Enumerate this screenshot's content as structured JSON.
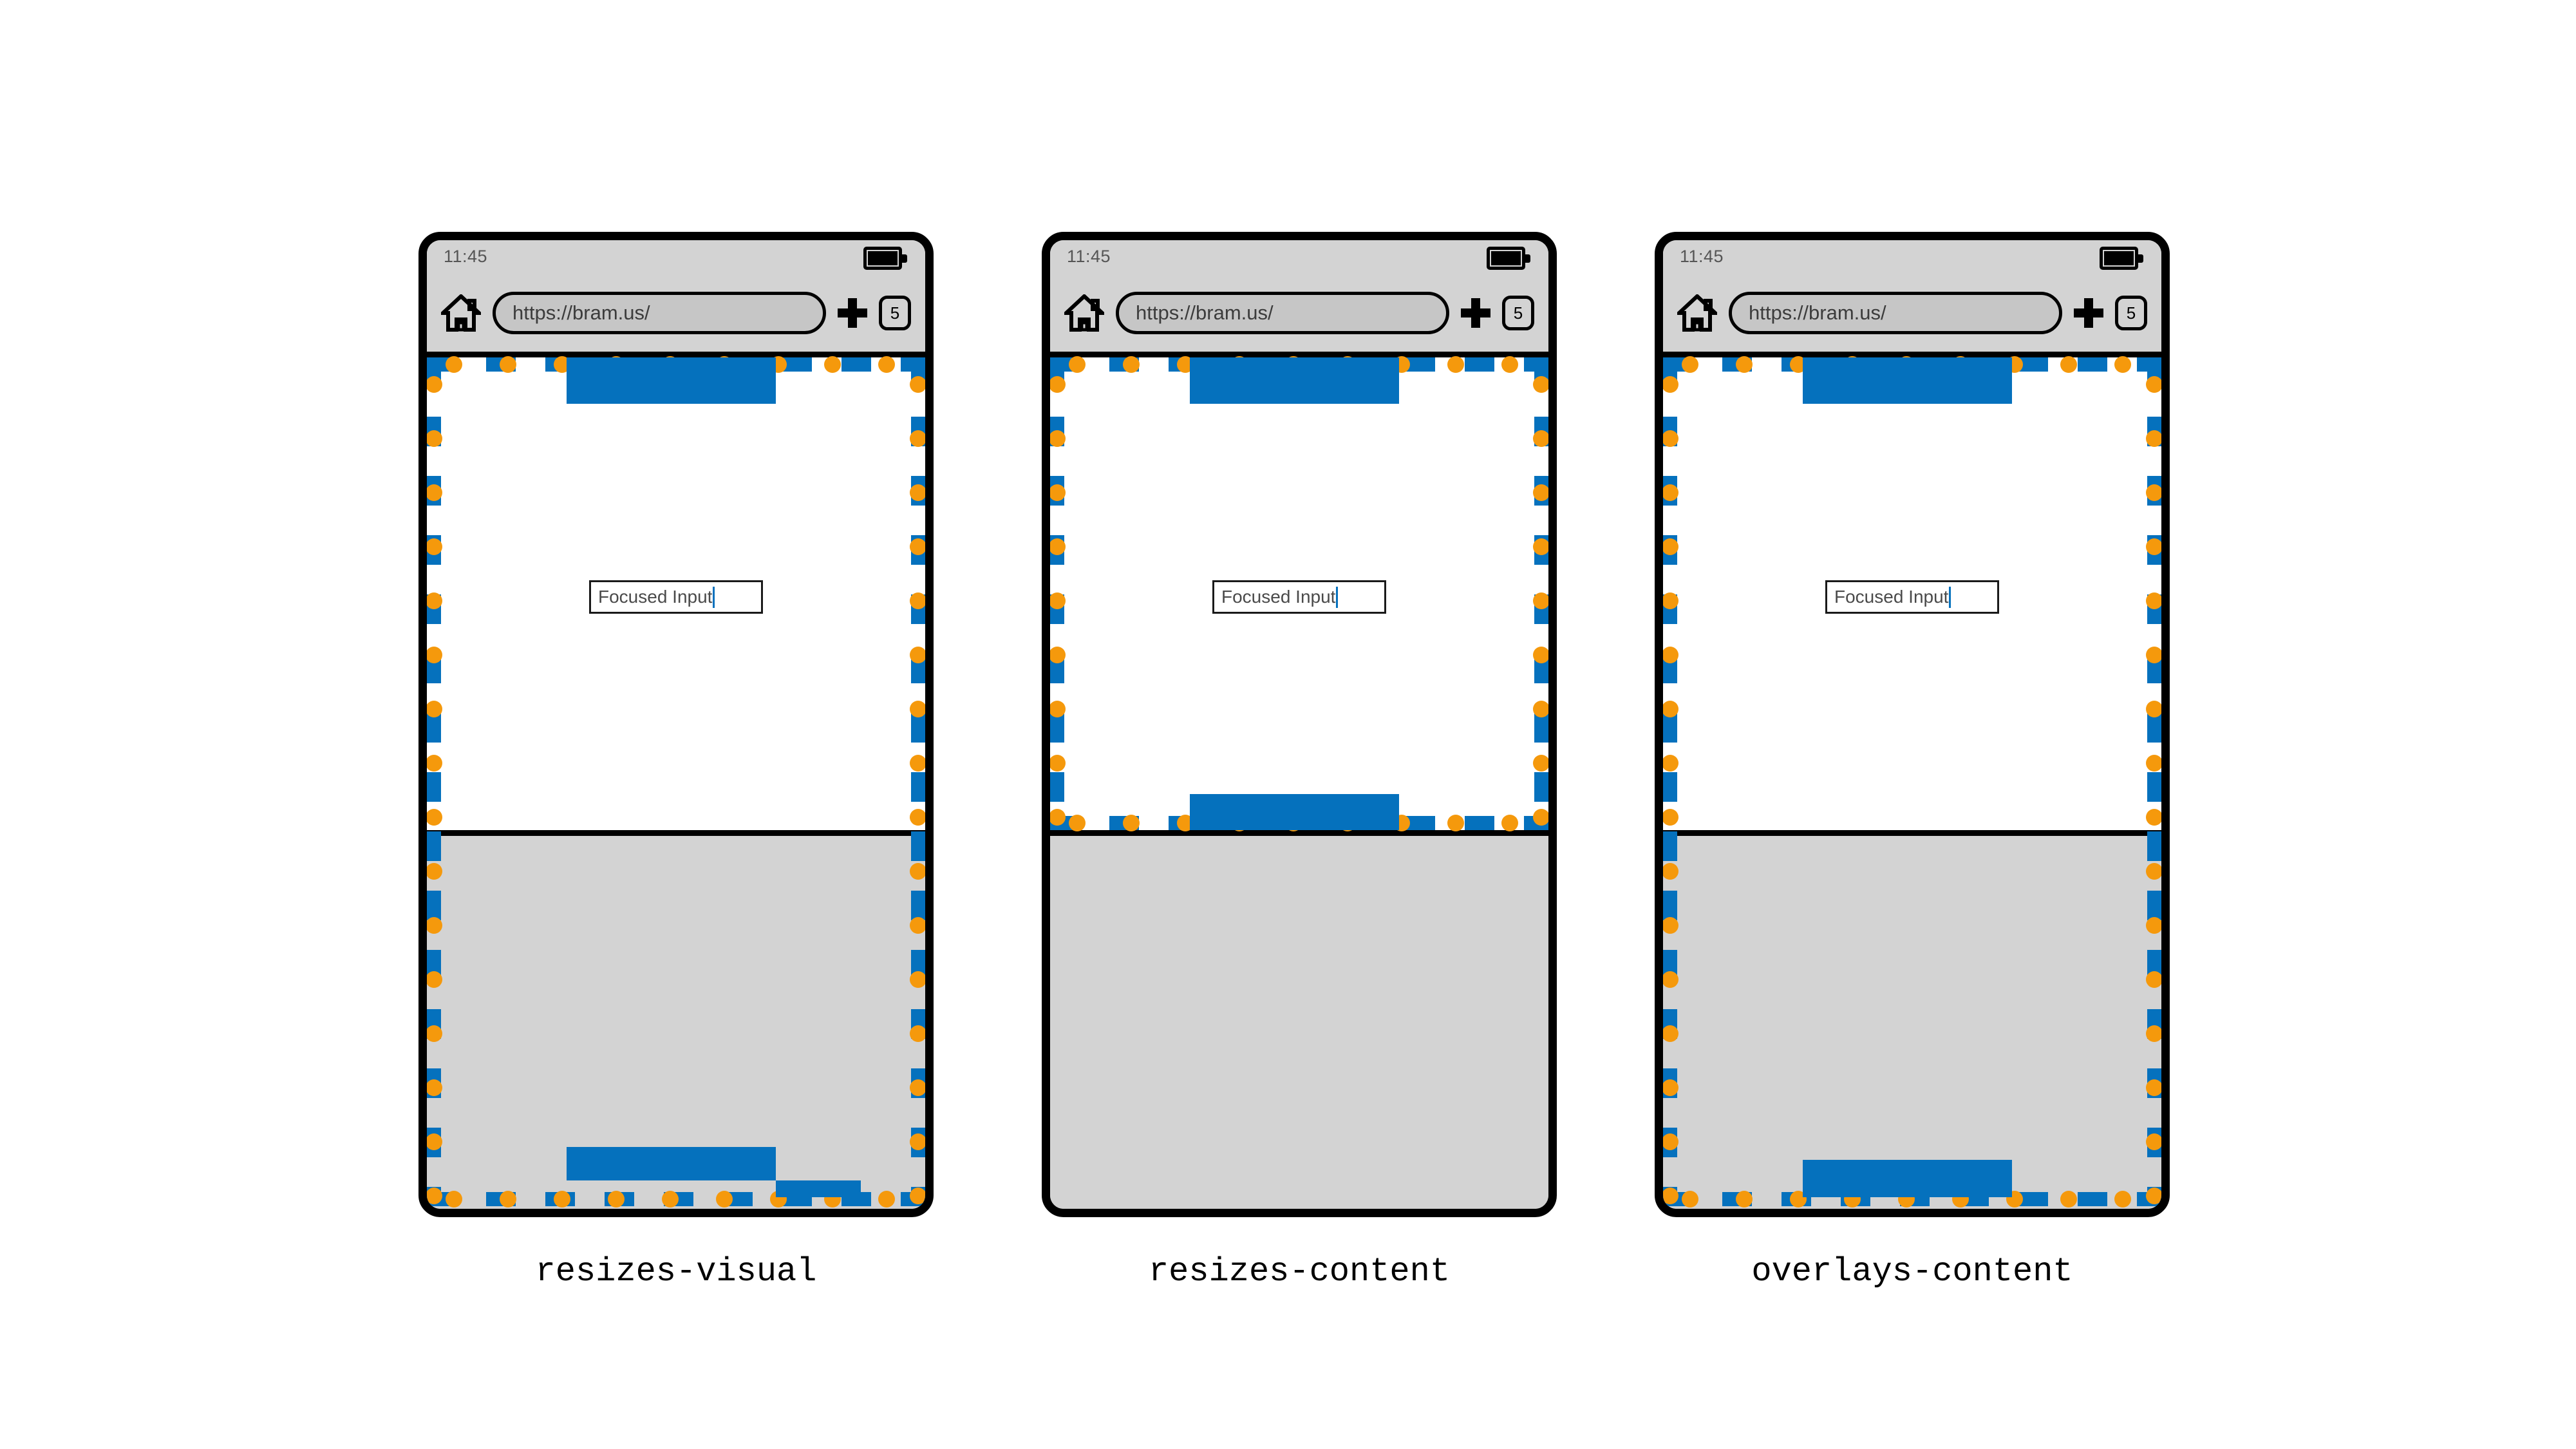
{
  "page": {
    "background": "#ffffff",
    "accent_blue": "#0571bd",
    "accent_orange": "#f5990c",
    "chrome_gray": "#d3d3d3",
    "urlbar_gray": "#c6c6c6"
  },
  "phones": [
    {
      "caption": "resizes-visual",
      "status_time": "11:45",
      "url": "https://bram.us/",
      "tab_count": "5",
      "input_value": "Focused Input",
      "icons": {
        "home": "home-icon",
        "new_tab": "plus-icon",
        "battery": "battery-icon",
        "tabs": "tab-count-icon"
      },
      "content_height_pct": 56,
      "keyboard_height_pct": 44,
      "highlight_extends_into_keyboard": true,
      "highlight_bottom_closed": true
    },
    {
      "caption": "resizes-content",
      "status_time": "11:45",
      "url": "https://bram.us/",
      "tab_count": "5",
      "input_value": "Focused Input",
      "icons": {
        "home": "home-icon",
        "new_tab": "plus-icon",
        "battery": "battery-icon",
        "tabs": "tab-count-icon"
      },
      "content_height_pct": 56,
      "keyboard_height_pct": 44,
      "highlight_extends_into_keyboard": false,
      "highlight_bottom_closed": true
    },
    {
      "caption": "overlays-content",
      "status_time": "11:45",
      "url": "https://bram.us/",
      "tab_count": "5",
      "input_value": "Focused Input",
      "icons": {
        "home": "home-icon",
        "new_tab": "plus-icon",
        "battery": "battery-icon",
        "tabs": "tab-count-icon"
      },
      "content_height_pct": 56,
      "keyboard_height_pct": 44,
      "highlight_extends_into_keyboard": true,
      "highlight_bottom_closed": false
    }
  ]
}
